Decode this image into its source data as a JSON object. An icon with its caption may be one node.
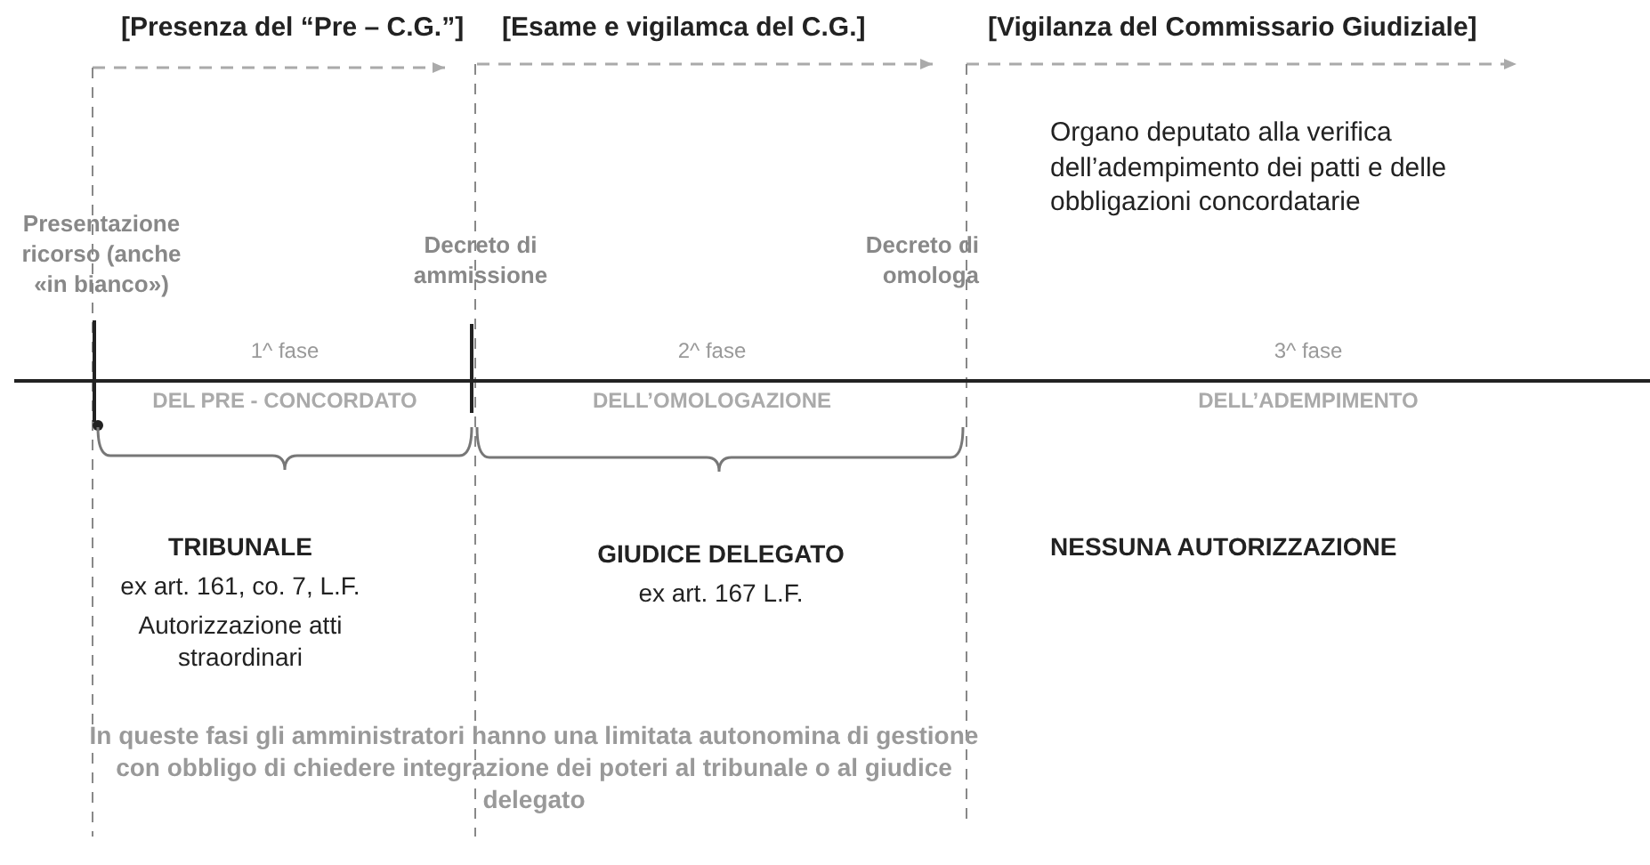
{
  "diagram": {
    "labels": [
      "[Presenza del “Pre – C.G.”]",
      "[Esame e vigilamca del C.G.]",
      "[Vigilanza del Commissario Giudiziale]",
      "Organo deputato alla verifica dell’adempimento dei patti e delle obbligazioni concordatarie",
      "Presentazione ricorso (anche «in bianco»)",
      "Decreto di ammissione",
      "Decreto di omologa",
      "1^ fase",
      "2^ fase",
      "3^ fase",
      "DEL PRE - CONCORDATO",
      "DELL’OMOLOGAZIONE",
      "DELL’ADEMPIMENTO",
      "TRIBUNALE",
      "ex art. 161, co. 7, L.F.",
      "Autorizzazione atti straordinari",
      "GIUDICE DELEGATO",
      "ex art. 167 L.F.",
      "NESSUNA AUTORIZZAZIONE",
      "In queste fasi gli amministratori hanno una limitata autonomina di gestione con obbligo di chiedere integrazione dei poteri al tribunale o al giudice delegato"
    ]
  }
}
